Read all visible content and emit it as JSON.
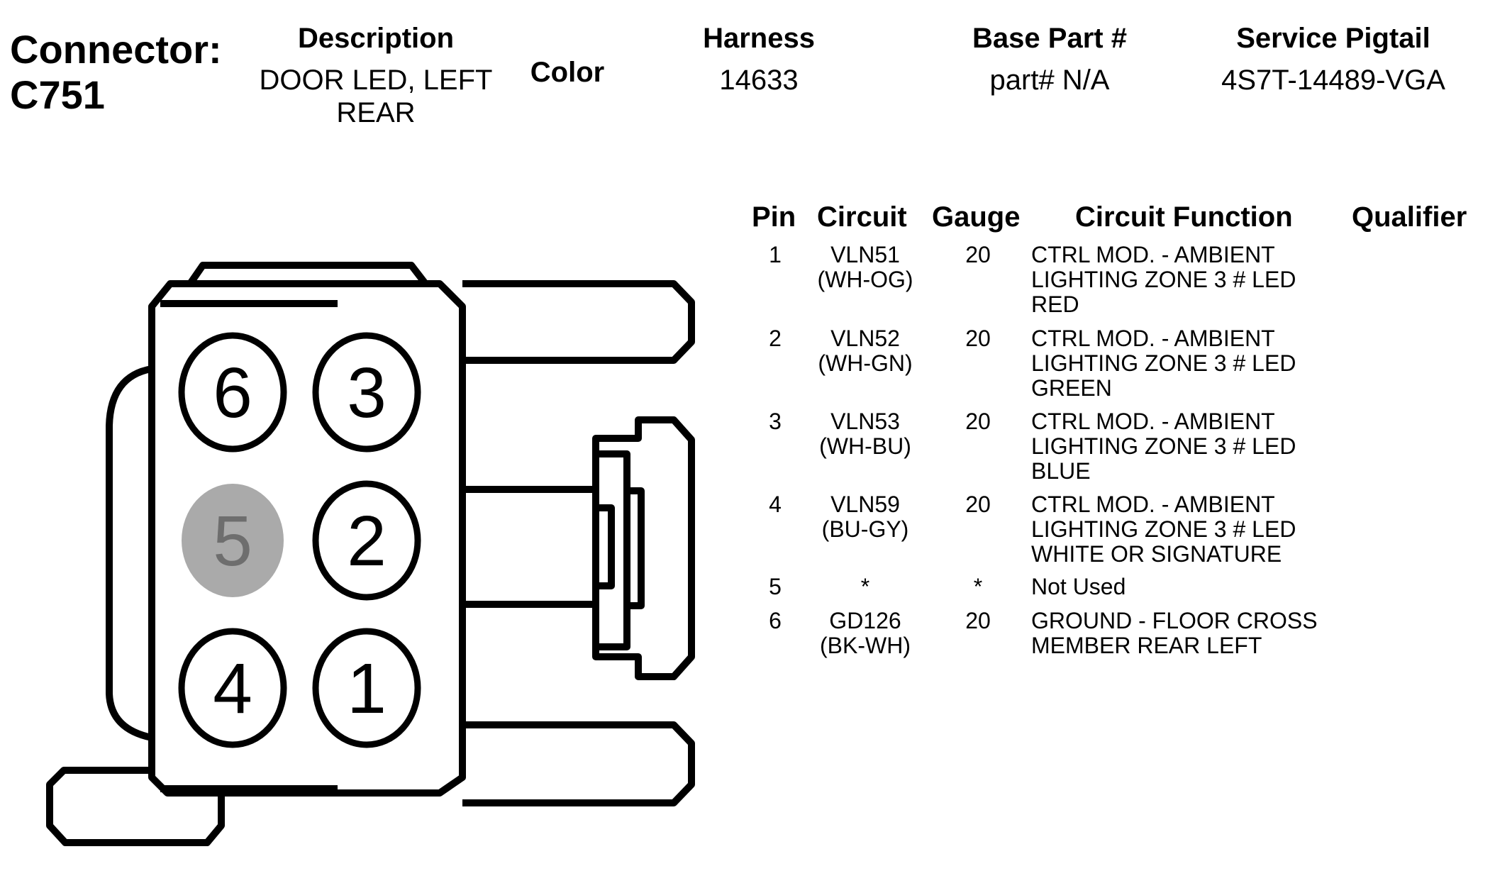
{
  "connector": {
    "label": "Connector:",
    "id": "C751"
  },
  "header": {
    "description_label": "Description",
    "description_value": "DOOR LED, LEFT REAR",
    "color_label": "Color",
    "harness_label": "Harness",
    "harness_value": "14633",
    "base_part_label": "Base Part #",
    "base_part_value": "part# N/A",
    "service_pigtail_label": "Service Pigtail",
    "service_pigtail_value": "4S7T-14489-VGA"
  },
  "table": {
    "headers": {
      "pin": "Pin",
      "circuit": "Circuit",
      "gauge": "Gauge",
      "function": "Circuit Function",
      "qualifier": "Qualifier"
    },
    "rows": [
      {
        "pin": "1",
        "circuit": "VLN51",
        "color": "(WH-OG)",
        "gauge": "20",
        "function": "CTRL MOD. - AMBIENT LIGHTING ZONE 3 # LED RED"
      },
      {
        "pin": "2",
        "circuit": "VLN52",
        "color": "(WH-GN)",
        "gauge": "20",
        "function": "CTRL MOD. - AMBIENT LIGHTING ZONE 3 # LED GREEN"
      },
      {
        "pin": "3",
        "circuit": "VLN53",
        "color": "(WH-BU)",
        "gauge": "20",
        "function": "CTRL MOD. - AMBIENT LIGHTING ZONE 3 # LED BLUE"
      },
      {
        "pin": "4",
        "circuit": "VLN59",
        "color": "(BU-GY)",
        "gauge": "20",
        "function": "CTRL MOD. - AMBIENT LIGHTING ZONE 3 # LED WHITE OR SIGNATURE"
      },
      {
        "pin": "5",
        "circuit": "*",
        "color": "",
        "gauge": "*",
        "function": "Not Used"
      },
      {
        "pin": "6",
        "circuit": "GD126",
        "color": "(BK-WH)",
        "gauge": "20",
        "function": "GROUND - FLOOR CROSS MEMBER REAR LEFT"
      }
    ]
  },
  "diagram": {
    "pins": [
      {
        "label": "6",
        "used": true
      },
      {
        "label": "3",
        "used": true
      },
      {
        "label": "5",
        "used": false
      },
      {
        "label": "2",
        "used": true
      },
      {
        "label": "4",
        "used": true
      },
      {
        "label": "1",
        "used": true
      }
    ],
    "colors": {
      "outline": "#000000",
      "unused_fill": "#aaaaaa",
      "unused_text": "#6e6e6e"
    }
  }
}
